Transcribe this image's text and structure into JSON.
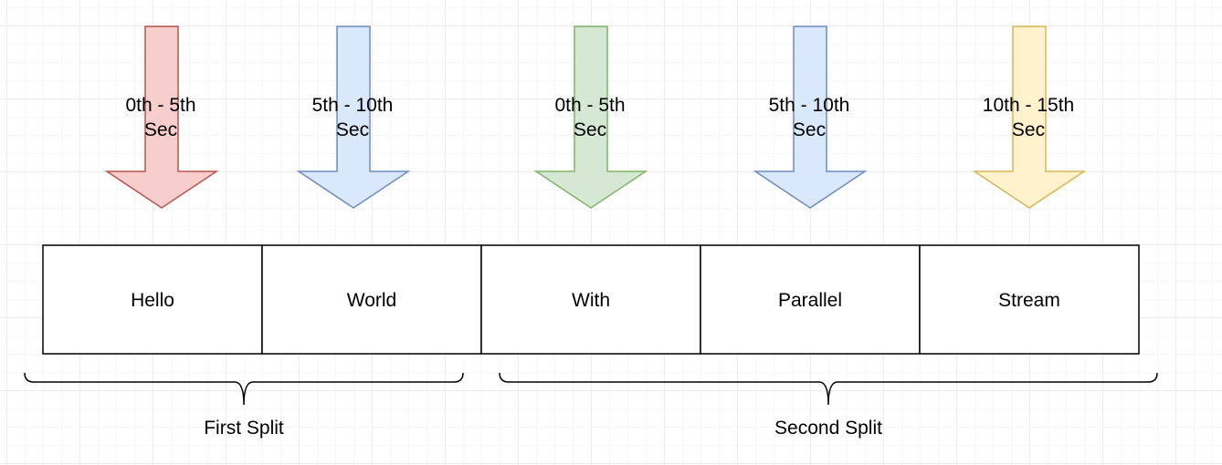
{
  "arrows": [
    {
      "label": "0th - 5th\nSec",
      "fill": "#f8cecc",
      "stroke": "#b85450"
    },
    {
      "label": "5th - 10th\nSec",
      "fill": "#dae8fc",
      "stroke": "#6c8ebf"
    },
    {
      "label": "0th - 5th\nSec",
      "fill": "#d5e8d4",
      "stroke": "#82b366"
    },
    {
      "label": "5th - 10th\nSec",
      "fill": "#dae8fc",
      "stroke": "#6c8ebf"
    },
    {
      "label": "10th - 15th\nSec",
      "fill": "#fff2cc",
      "stroke": "#d6b656"
    }
  ],
  "cells": [
    "Hello",
    "World",
    "With",
    "Parallel",
    "Stream"
  ],
  "splits": [
    "First Split",
    "Second Split"
  ]
}
